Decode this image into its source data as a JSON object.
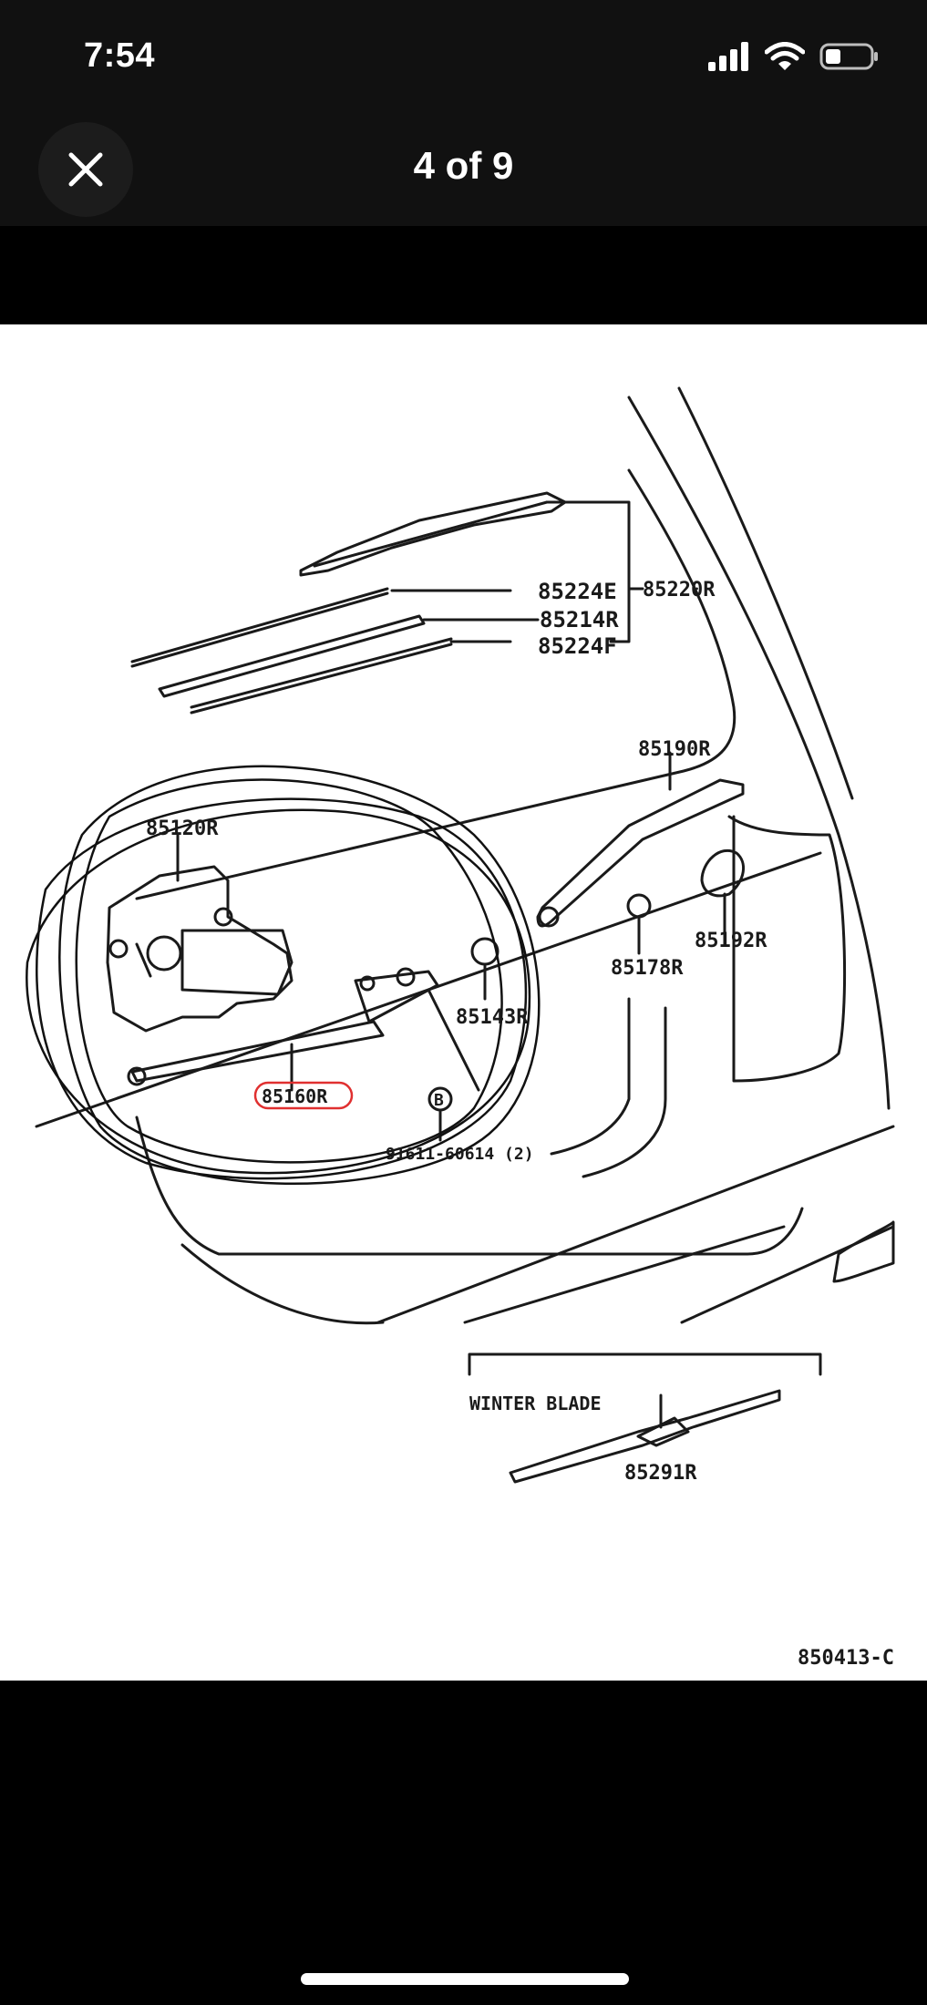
{
  "status": {
    "time": "7:54"
  },
  "viewer": {
    "counter": "4 of 9"
  },
  "diagram": {
    "part_labels": {
      "p85220R": "85220R",
      "p85224E": "85224E",
      "p85214R": "85214R",
      "p85224F": "85224F",
      "p85190R": "85190R",
      "p85120R": "85120R",
      "p85192R": "85192R",
      "p85178R": "85178R",
      "p85143R": "85143R",
      "p85160R": "85160R",
      "bolt_b": "B",
      "p91611": "91611-60614 (2)",
      "winter_blade": "WINTER BLADE",
      "p85291R": "85291R",
      "figure_code": "850413-C"
    },
    "highlight_color": "#e03030"
  }
}
